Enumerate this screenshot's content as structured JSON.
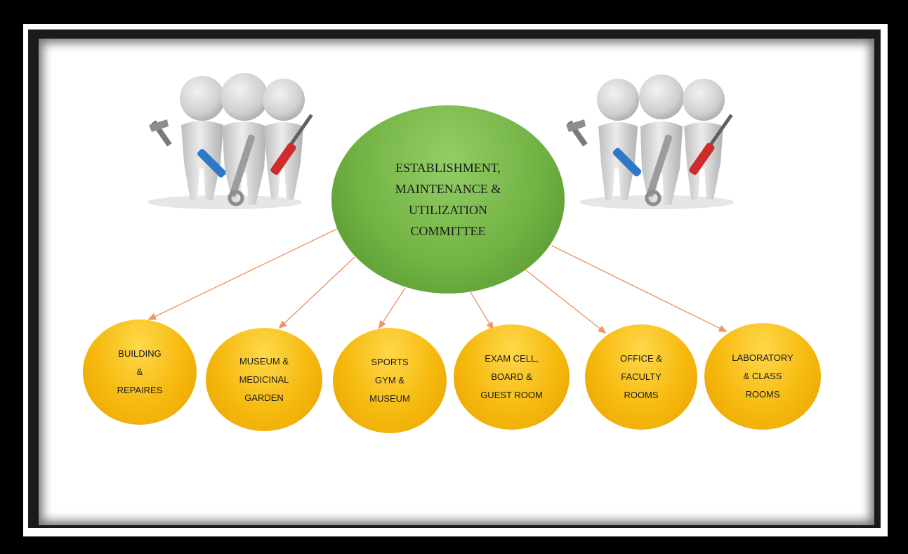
{
  "center": {
    "lines": [
      "ESTABLISHMENT,",
      "MAINTENANCE &",
      "UTILIZATION",
      "COMMITTEE"
    ],
    "colors": [
      "#93cd67",
      "#72b344",
      "#4f8f2b"
    ]
  },
  "children": [
    {
      "lines": [
        "BUILDING",
        "&",
        "REPAIRES"
      ]
    },
    {
      "lines": [
        "MUSEUM &",
        "MEDICINAL",
        "GARDEN"
      ]
    },
    {
      "lines": [
        "SPORTS",
        "GYM &",
        "MUSEUM"
      ]
    },
    {
      "lines": [
        "EXAM CELL,",
        "BOARD &",
        "GUEST ROOM"
      ]
    },
    {
      "lines": [
        "OFFICE &",
        "FACULTY",
        "ROOMS"
      ]
    },
    {
      "lines": [
        "LABORATORY",
        "& CLASS",
        "ROOMS"
      ]
    }
  ],
  "colors": {
    "child": "#f6b90e",
    "arrow": "#ee9566",
    "frame": "#000000"
  },
  "icons": {
    "left_group": "worker-figures-with-tools-icon",
    "right_group": "worker-figures-with-tools-icon"
  }
}
